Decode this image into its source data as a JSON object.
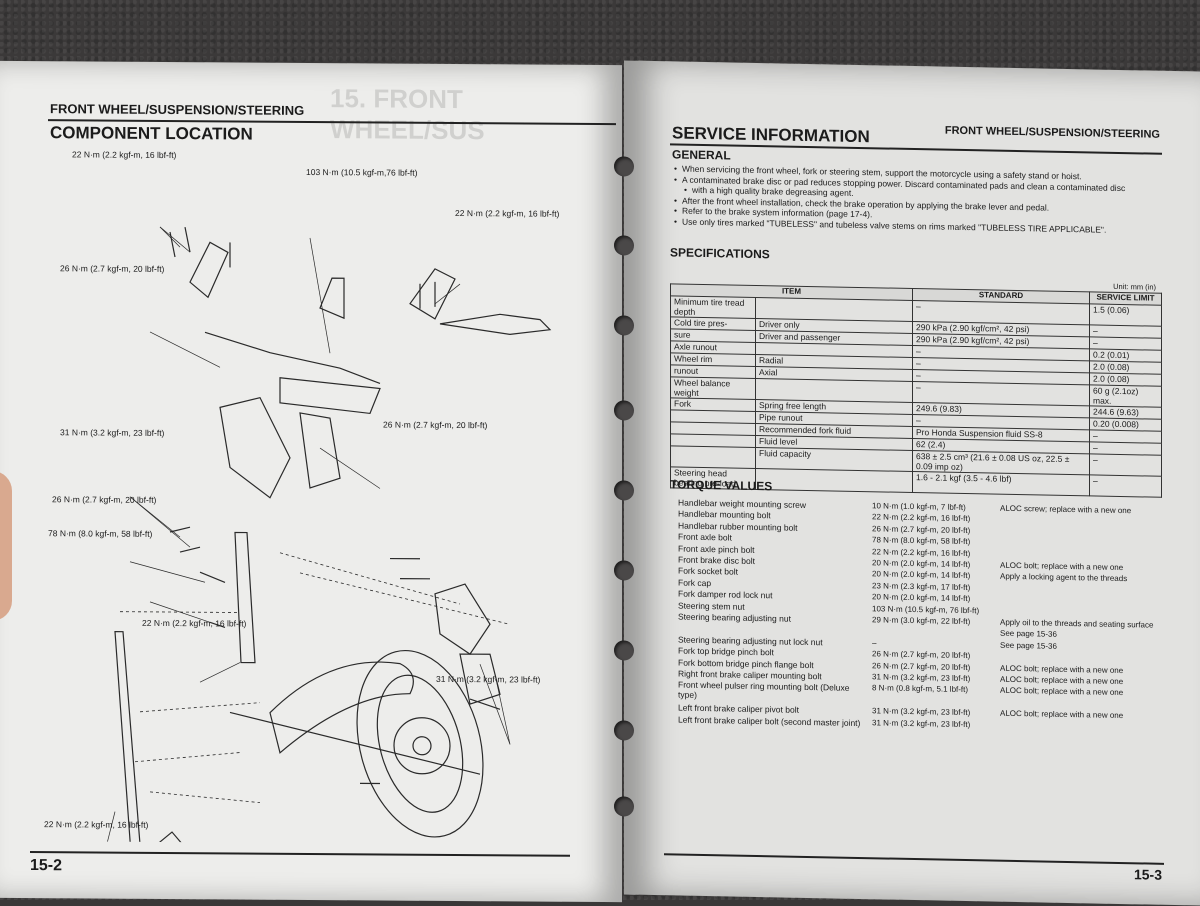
{
  "left_page": {
    "section_header": "FRONT WHEEL/SUSPENSION/STEERING",
    "ghost_text": "15. FRONT WHEEL/SUS",
    "title": "COMPONENT LOCATION",
    "page_number": "15-2",
    "torque_labels": [
      "22 N·m (2.2 kgf-m, 16 lbf-ft)",
      "103 N·m (10.5 kgf-m,76 lbf-ft)",
      "22 N·m (2.2 kgf-m, 16 lbf-ft)",
      "26 N·m (2.7 kgf-m, 20 lbf-ft)",
      "26 N·m (2.7 kgf-m, 20 lbf-ft)",
      "31 N·m (3.2 kgf-m, 23 lbf-ft)",
      "26 N·m (2.7 kgf-m, 20 lbf-ft)",
      "78 N·m (8.0 kgf-m, 58 lbf-ft)",
      "22 N·m (2.2 kgf-m, 16 lbf-ft)",
      "31 N·m (3.2 kgf-m, 23 lbf-ft)",
      "22 N·m (2.2 kgf-m, 16 lbf-ft)"
    ]
  },
  "right_page": {
    "section_header": "FRONT WHEEL/SUSPENSION/STEERING",
    "title": "SERVICE INFORMATION",
    "general_heading": "GENERAL",
    "general_bullets": [
      "When servicing the front wheel, fork or steering stem, support the motorcycle using a safety stand or hoist.",
      "A contaminated brake disc or pad reduces stopping power. Discard contaminated pads and clean a contaminated disc",
      "with a high quality brake degreasing agent.",
      "After the front wheel installation, check the brake operation by applying the brake lever and pedal.",
      "Refer to the brake system information (page 17-4).",
      "Use only tires marked \"TUBELESS\" and tubeless valve stems on rims marked \"TUBELESS TIRE APPLICABLE\"."
    ],
    "specs_heading": "SPECIFICATIONS",
    "unit_note": "Unit: mm (in)",
    "spec_headers": {
      "item": "ITEM",
      "standard": "STANDARD",
      "limit": "SERVICE LIMIT"
    },
    "spec_rows": [
      {
        "item": "Minimum tire tread depth",
        "sub": "",
        "standard": "–",
        "limit": "1.5 (0.06)"
      },
      {
        "item": "Cold tire pres-",
        "sub": "Driver only",
        "standard": "290 kPa (2.90 kgf/cm², 42 psi)",
        "limit": "–"
      },
      {
        "item": "sure",
        "sub": "Driver and passenger",
        "standard": "290 kPa (2.90 kgf/cm², 42 psi)",
        "limit": "–"
      },
      {
        "item": "Axle runout",
        "sub": "",
        "standard": "–",
        "limit": "0.2 (0.01)"
      },
      {
        "item": "Wheel rim",
        "sub": "Radial",
        "standard": "–",
        "limit": "2.0 (0.08)"
      },
      {
        "item": "runout",
        "sub": "Axial",
        "standard": "–",
        "limit": "2.0 (0.08)"
      },
      {
        "item": "Wheel balance weight",
        "sub": "",
        "standard": "–",
        "limit": "60 g (2.1oz) max."
      },
      {
        "item": "Fork",
        "sub": "Spring free length",
        "standard": "249.6 (9.83)",
        "limit": "244.6 (9.63)"
      },
      {
        "item": "",
        "sub": "Pipe runout",
        "standard": "–",
        "limit": "0.20 (0.008)"
      },
      {
        "item": "",
        "sub": "Recommended fork fluid",
        "standard": "Pro Honda Suspension fluid SS-8",
        "limit": "–"
      },
      {
        "item": "",
        "sub": "Fluid level",
        "standard": "62 (2.4)",
        "limit": "–"
      },
      {
        "item": "",
        "sub": "Fluid capacity",
        "standard": "638 ± 2.5 cm³ (21.6 ± 0.08 US oz, 22.5 ± 0.09 imp oz)",
        "limit": "–"
      },
      {
        "item": "Steering head bearing pre-load",
        "sub": "",
        "standard": "1.6 - 2.1 kgf (3.5 - 4.6 lbf)",
        "limit": "–"
      }
    ],
    "torque_heading": "TORQUE VALUES",
    "torque_rows": [
      {
        "item": "Handlebar weight mounting screw",
        "value": "10 N·m (1.0 kgf-m, 7 lbf-ft)",
        "remark": "ALOC screw; replace with a new one"
      },
      {
        "item": "Handlebar mounting bolt",
        "value": "22 N·m (2.2 kgf-m, 16 lbf-ft)",
        "remark": ""
      },
      {
        "item": "Handlebar rubber mounting bolt",
        "value": "26 N·m (2.7 kgf-m, 20 lbf-ft)",
        "remark": ""
      },
      {
        "item": "Front axle bolt",
        "value": "78 N·m (8.0 kgf-m, 58 lbf-ft)",
        "remark": ""
      },
      {
        "item": "Front axle pinch bolt",
        "value": "22 N·m (2.2 kgf-m, 16 lbf-ft)",
        "remark": ""
      },
      {
        "item": "Front brake disc bolt",
        "value": "20 N·m (2.0 kgf-m, 14 lbf-ft)",
        "remark": "ALOC bolt; replace with a new one"
      },
      {
        "item": "Fork socket bolt",
        "value": "20 N·m (2.0 kgf-m, 14 lbf-ft)",
        "remark": "Apply a locking agent to the threads"
      },
      {
        "item": "Fork cap",
        "value": "23 N·m (2.3 kgf-m, 17 lbf-ft)",
        "remark": ""
      },
      {
        "item": "Fork damper rod lock nut",
        "value": "20 N·m (2.0 kgf-m, 14 lbf-ft)",
        "remark": ""
      },
      {
        "item": "Steering stem nut",
        "value": "103 N·m (10.5 kgf-m, 76 lbf-ft)",
        "remark": ""
      },
      {
        "item": "Steering bearing adjusting nut",
        "value": "29 N·m (3.0 kgf-m, 22 lbf-ft)",
        "remark": "Apply oil to the threads and seating surface"
      },
      {
        "item": "",
        "value": "",
        "remark": "See page 15-36"
      },
      {
        "item": "Steering bearing adjusting nut lock nut",
        "value": "–",
        "remark": "See page 15-36"
      },
      {
        "item": "Fork top bridge pinch bolt",
        "value": "26 N·m (2.7 kgf-m, 20 lbf-ft)",
        "remark": ""
      },
      {
        "item": "Fork bottom bridge pinch flange bolt",
        "value": "26 N·m (2.7 kgf-m, 20 lbf-ft)",
        "remark": "ALOC bolt; replace with a new one"
      },
      {
        "item": "Right front brake caliper mounting bolt",
        "value": "31 N·m (3.2 kgf-m, 23 lbf-ft)",
        "remark": "ALOC bolt; replace with a new one"
      },
      {
        "item": "Front wheel pulser ring mounting bolt (Deluxe type)",
        "value": "8 N·m (0.8 kgf-m, 5.1 lbf-ft)",
        "remark": "ALOC bolt; replace with a new one"
      },
      {
        "item": "Left front brake caliper pivot bolt",
        "value": "31 N·m (3.2 kgf-m, 23 lbf-ft)",
        "remark": "ALOC bolt; replace with a new one"
      },
      {
        "item": "Left front brake caliper bolt (second master joint)",
        "value": "31 N·m (3.2 kgf-m, 23 lbf-ft)",
        "remark": ""
      }
    ],
    "page_number": "15-3"
  }
}
